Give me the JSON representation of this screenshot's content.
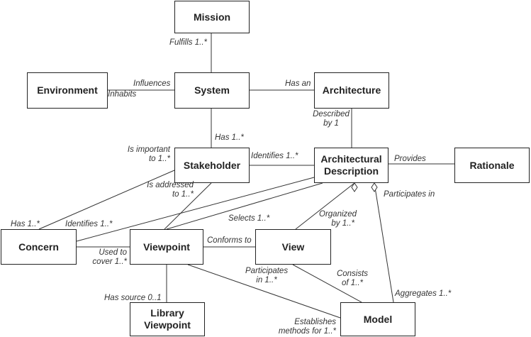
{
  "nodes": {
    "mission": "Mission",
    "environment": "Environment",
    "system": "System",
    "architecture": "Architecture",
    "stakeholder": "Stakeholder",
    "architectural_description": "Architectural Description",
    "rationale": "Rationale",
    "concern": "Concern",
    "viewpoint": "Viewpoint",
    "view": "View",
    "library_viewpoint": "Library Viewpoint",
    "model": "Model"
  },
  "labels": {
    "fulfills": "Fulfills 1..*",
    "influences": "Influences",
    "inhabits": "Inhabits",
    "has_an": "Has an",
    "described_by": "Described by 1",
    "has_stakeholder": "Has 1..*",
    "is_important_to": "Is important to 1..*",
    "identifies_stakeholder": "Identifies 1..*",
    "provides": "Provides",
    "is_addressed_to": "Is addressed to 1..*",
    "participates_in_ad": "Participates in",
    "has_concern": "Has 1..*",
    "identifies_concern": "Identifies 1..*",
    "selects": "Selects 1..*",
    "organized_by": "Organized by 1..*",
    "used_to_cover": "Used to cover 1..*",
    "conforms_to": "Conforms to",
    "participates_in_view": "Participates in 1..*",
    "consists_of": "Consists of 1..*",
    "aggregates": "Aggregates 1..*",
    "has_source": "Has source 0..1",
    "establishes_methods": "Establishes methods for 1..*"
  },
  "colors": {
    "line": "#333333",
    "box_border": "#222222",
    "text": "#222222"
  }
}
